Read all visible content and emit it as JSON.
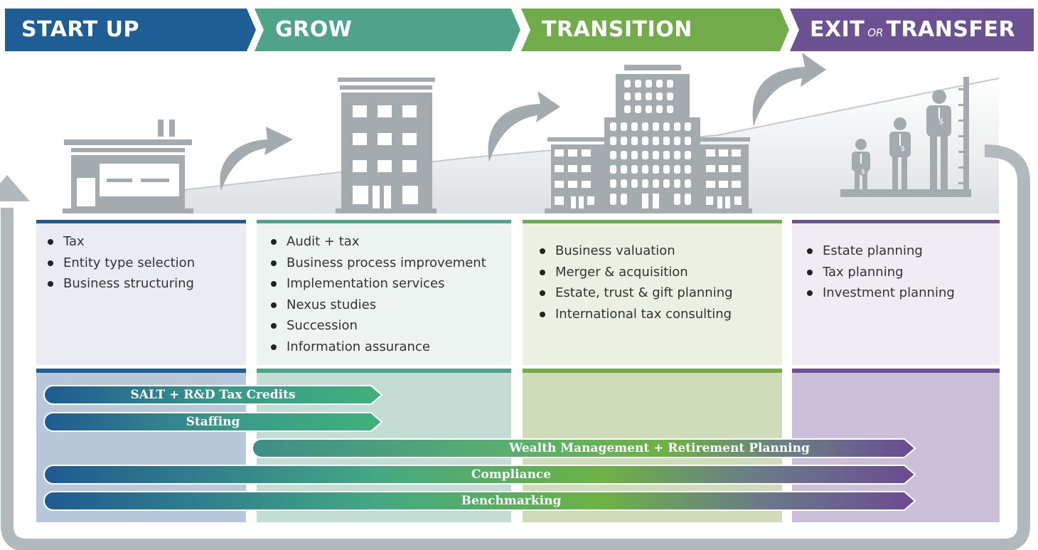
{
  "stages": [
    {
      "id": "start-up",
      "title_main": "START UP",
      "title_or": "",
      "title_end": "",
      "color": "#1e5e94",
      "services": [
        "Tax",
        "Entity type selection",
        "Business structuring"
      ]
    },
    {
      "id": "grow",
      "title_main": "GROW",
      "title_or": "",
      "title_end": "",
      "color": "#4ea389",
      "services": [
        "Audit + tax",
        "Business process improvement",
        "Implementation services",
        "Nexus studies",
        "Succession",
        "Information assurance"
      ]
    },
    {
      "id": "transition",
      "title_main": "TRANSITION",
      "title_or": "",
      "title_end": "",
      "color": "#72ab4a",
      "services": [
        "Business valuation",
        "Merger & acquisition",
        "Estate, trust & gift planning",
        "International tax consulting"
      ]
    },
    {
      "id": "exit-or-transfer",
      "title_main": "EXIT",
      "title_or": "OR",
      "title_end": "TRANSFER",
      "color": "#6c5293",
      "services": [
        "Estate planning",
        "Tax planning",
        "Investment planning"
      ]
    }
  ],
  "service_bars": [
    {
      "label": "SALT + R&D Tax Credits"
    },
    {
      "label": "Staffing"
    },
    {
      "label": "Wealth Management + Retirement Planning"
    },
    {
      "label": "Compliance"
    },
    {
      "label": "Benchmarking"
    }
  ],
  "colors": {
    "building_gray": "#a4abaf",
    "cycle_arrow_gray": "#b2b9bd",
    "panel_start_up": "#ebebf3",
    "panel_grow": "#edf3f0",
    "panel_transition": "#ebf0e3",
    "panel_exit": "#f1ecf3",
    "lower_start_up": "#b8c7d9",
    "lower_grow": "#c4ddd4",
    "lower_transition": "#cfdcb9",
    "lower_exit": "#ccbfd9"
  },
  "icons": [
    "factory-icon",
    "office-building-icon",
    "skyscraper-group-icon",
    "people-growth-icon",
    "growth-arrow-icon",
    "cycle-arrow-icon"
  ]
}
